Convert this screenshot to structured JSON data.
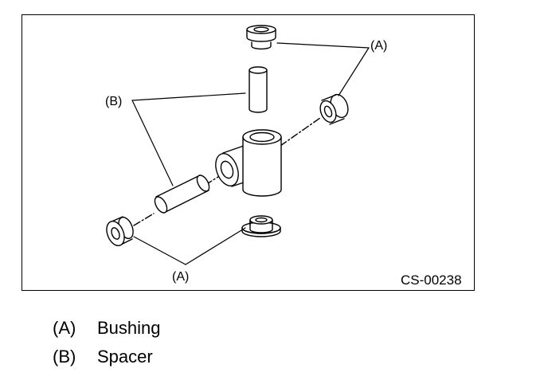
{
  "figure": {
    "code": "CS-00238",
    "callouts": {
      "bushing_top": "(A)",
      "bushing_bottom": "(A)",
      "spacer": "(B)"
    }
  },
  "legend": {
    "items": [
      {
        "key": "(A)",
        "text": "Bushing"
      },
      {
        "key": "(B)",
        "text": "Spacer"
      }
    ]
  }
}
